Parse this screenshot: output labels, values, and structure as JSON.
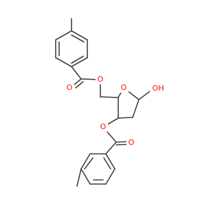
{
  "molecule": {
    "colors": {
      "bond": "#3f3f3f",
      "oxygen": "#ff0d0d",
      "background": "#ffffff"
    },
    "atoms": {
      "o_carbonyl_top": "O",
      "o_ester_top": "O",
      "o_ring": "O",
      "o_hydroxyl": "OH",
      "o_ester_bottom": "O",
      "o_carbonyl_bottom": "O"
    }
  }
}
